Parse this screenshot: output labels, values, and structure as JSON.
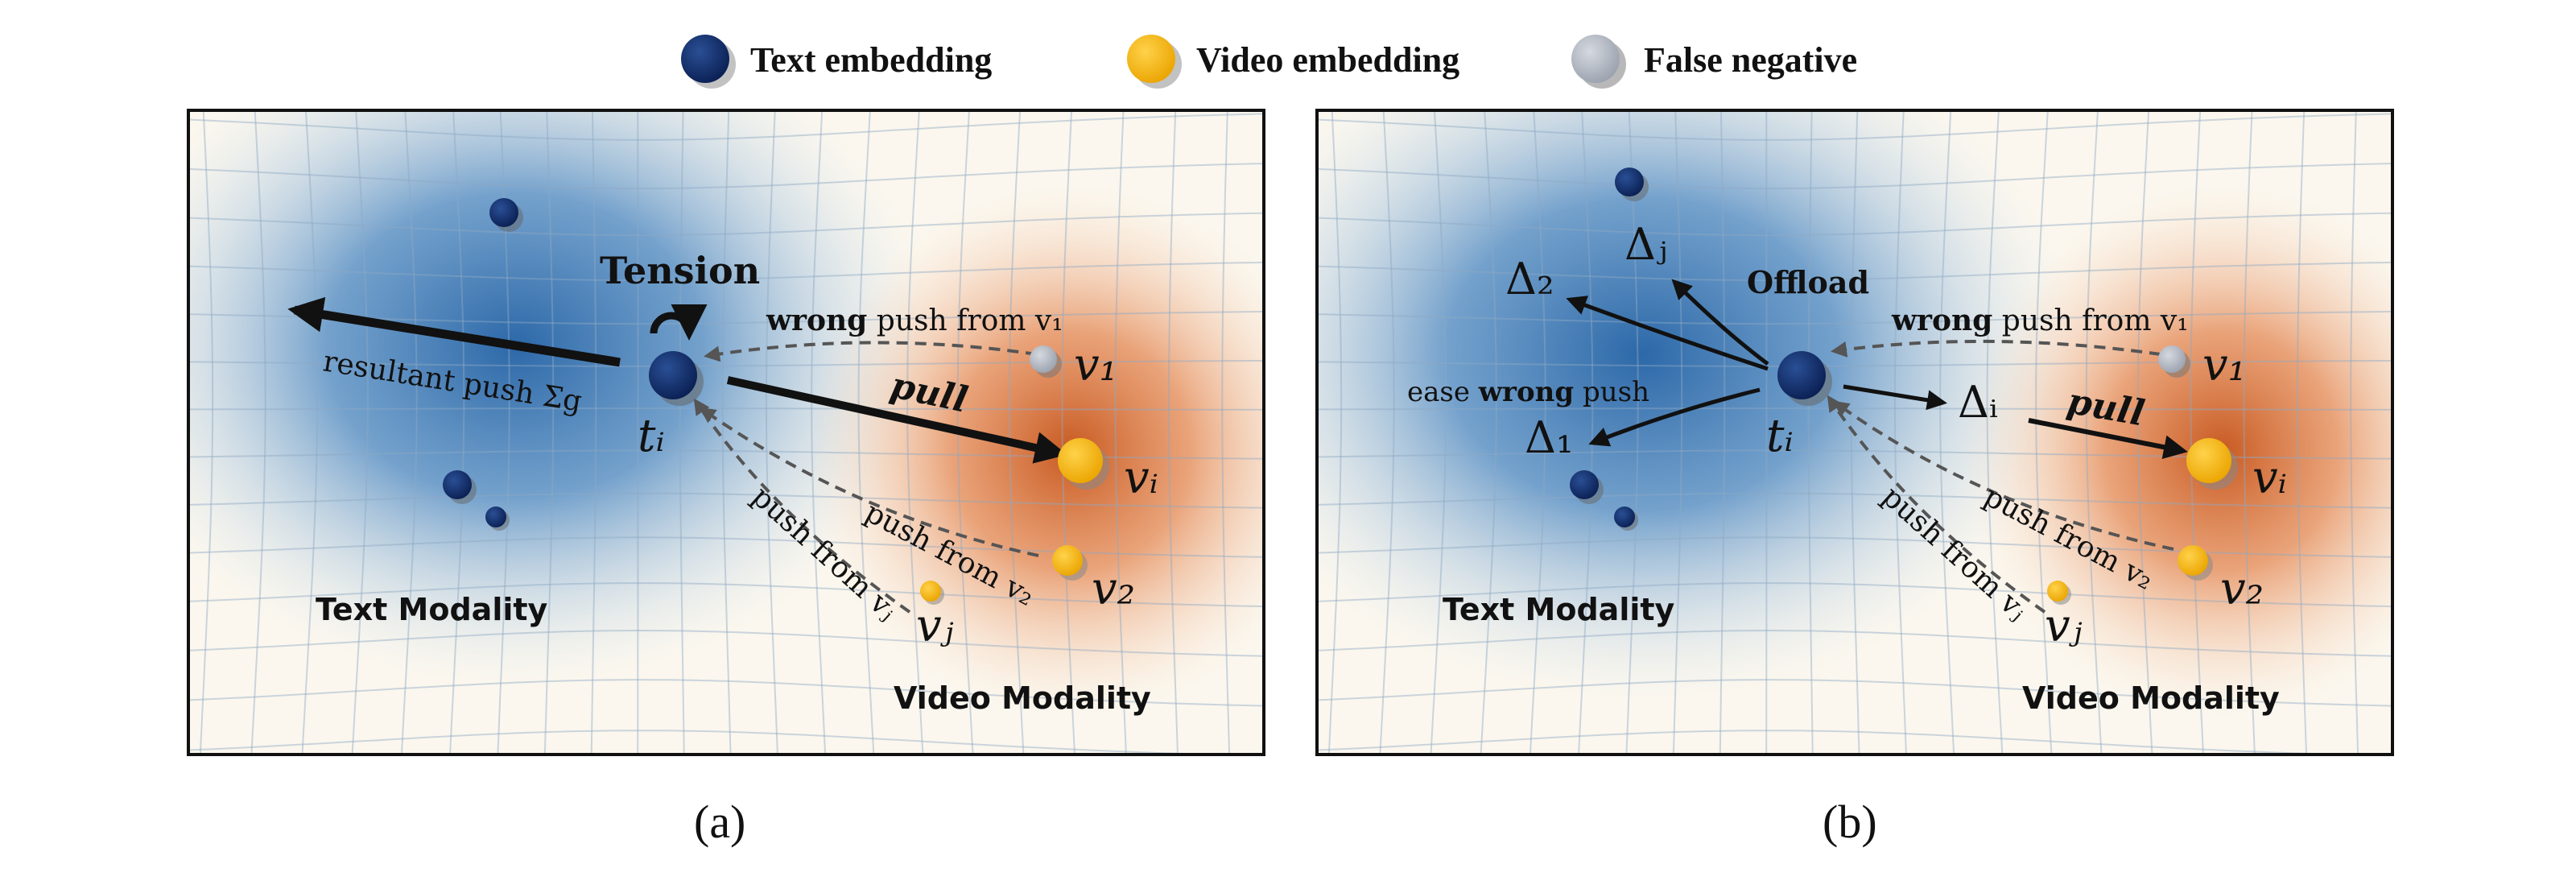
{
  "legend": {
    "text_embedding": "Text embedding",
    "video_embedding": "Video embedding",
    "false_negative": "False negative"
  },
  "colors": {
    "text_embedding": "#0d2a63",
    "video_embedding": "#f4b400",
    "false_negative": "#b4b9c4",
    "text_modality": "#3f7fbc",
    "video_modality": "#de7a45"
  },
  "panel_a": {
    "caption": "(a)",
    "text_modality": "Text Modality",
    "video_modality": "Video Modality",
    "tension": "Tension",
    "resultant_push": "resultant push Σg",
    "pull": "pull",
    "wrong_push_bold": "wrong",
    "wrong_push_rest": "push from v₁",
    "push_from_v2": "push from v₂",
    "push_from_vj": "push from vⱼ",
    "t_i": "tᵢ",
    "v_1": "v₁",
    "v_i": "vᵢ",
    "v_2": "v₂",
    "v_j": "vⱼ"
  },
  "panel_b": {
    "caption": "(b)",
    "text_modality": "Text Modality",
    "video_modality": "Video Modality",
    "offload": "Offload",
    "ease_rest": "ease",
    "ease_bold": "wrong",
    "ease_tail": "push",
    "pull": "pull",
    "wrong_push_bold": "wrong",
    "wrong_push_rest": "push from v₁",
    "push_from_v2": "push from v₂",
    "push_from_vj": "push from vⱼ",
    "delta_2": "Δ₂",
    "delta_j": "Δⱼ",
    "delta_1": "Δ₁",
    "delta_i": "Δᵢ",
    "t_i": "tᵢ",
    "v_1": "v₁",
    "v_i": "vᵢ",
    "v_2": "v₂",
    "v_j": "vⱼ"
  }
}
